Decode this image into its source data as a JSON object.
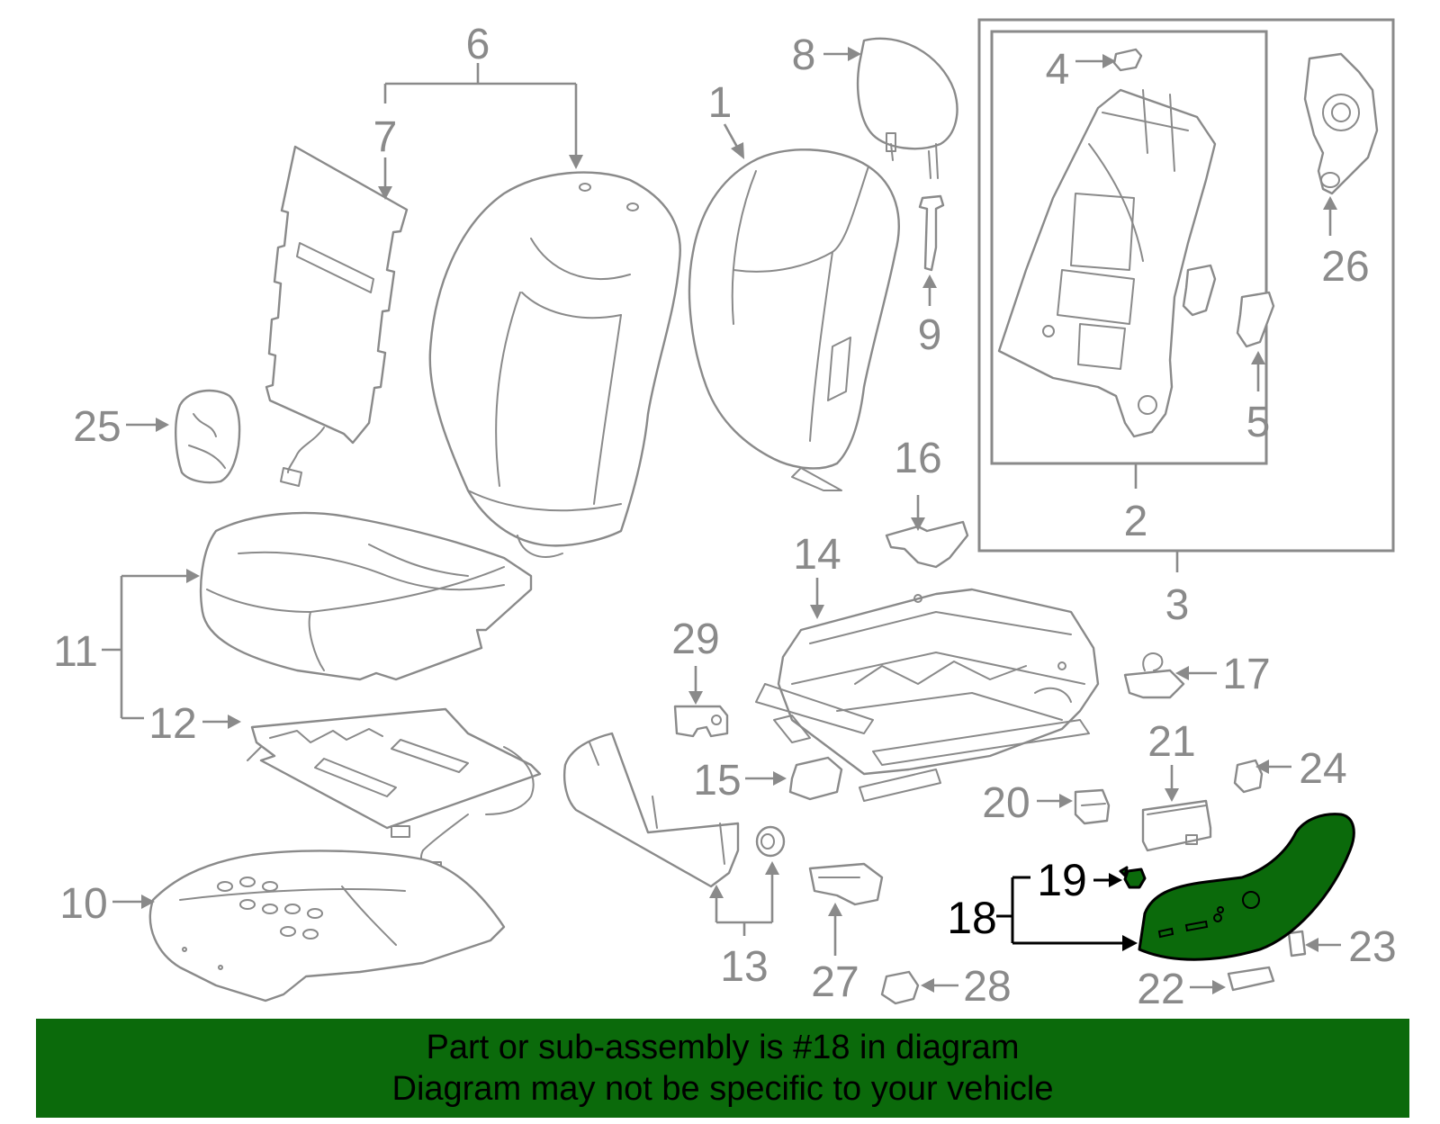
{
  "callouts": {
    "c1": "1",
    "c2": "2",
    "c3": "3",
    "c4": "4",
    "c5": "5",
    "c6": "6",
    "c7": "7",
    "c8": "8",
    "c9": "9",
    "c10": "10",
    "c11": "11",
    "c12": "12",
    "c13": "13",
    "c14": "14",
    "c15": "15",
    "c16": "16",
    "c17": "17",
    "c18": "18",
    "c19": "19",
    "c20": "20",
    "c21": "21",
    "c22": "22",
    "c23": "23",
    "c24": "24",
    "c25": "25",
    "c26": "26",
    "c27": "27",
    "c28": "28",
    "c29": "29"
  },
  "highlighted_part": "18",
  "colors": {
    "highlight": "#0b6a0b",
    "line_art": "#8a8a8a",
    "highlight_text": "#000000"
  },
  "banner": {
    "line1": "Part or sub-assembly is #18 in diagram",
    "line2": "Diagram may not be specific to your vehicle"
  }
}
